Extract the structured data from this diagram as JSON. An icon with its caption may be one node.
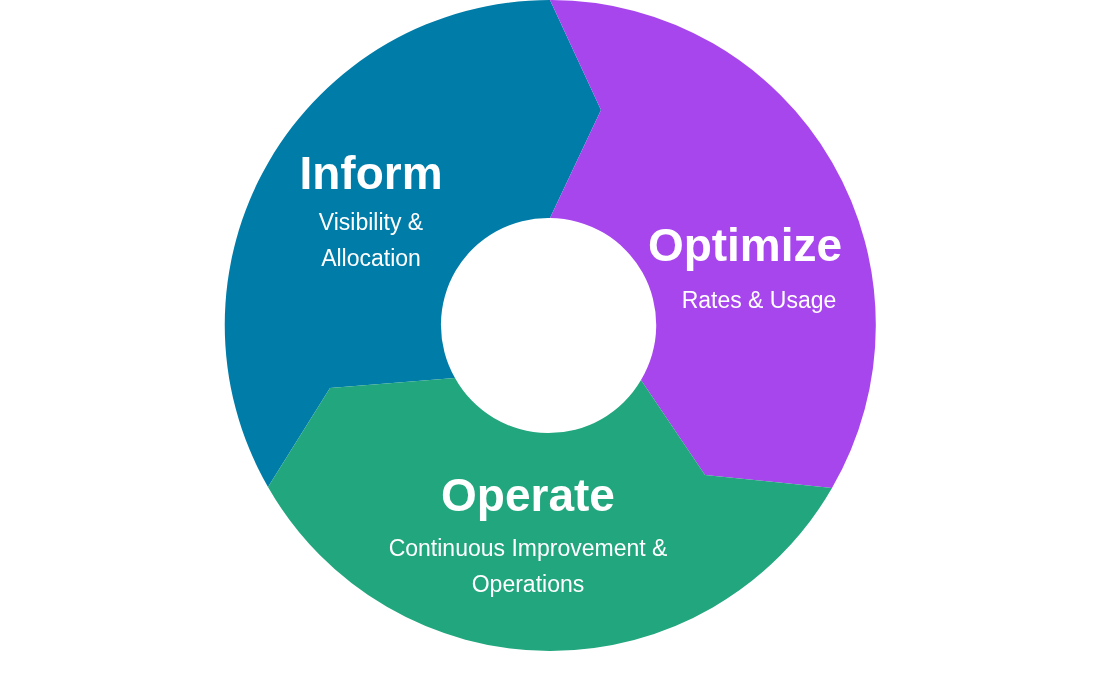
{
  "diagram": {
    "nodes": [
      {
        "text": [
          "Inform",
          "Visibility & Allocation"
        ]
      },
      {
        "text": [
          "Optimize",
          "Rates & Usage"
        ]
      },
      {
        "text": [
          "Operate",
          "Continuous Improvement & Operations"
        ]
      }
    ]
  }
}
